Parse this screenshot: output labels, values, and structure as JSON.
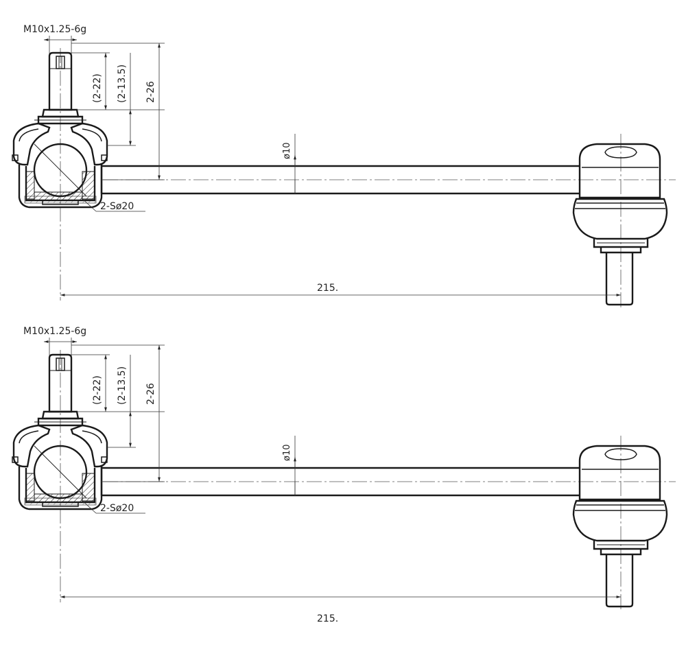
{
  "labels": {
    "thread": "M10x1.25-6g",
    "dim_2_22": "(2-22)",
    "dim_2_13_5": "(2-13.5)",
    "dim_2_26": "2-26",
    "rod_diameter": "ø10",
    "ball_diameter": "2-Sø20",
    "length": "215."
  },
  "colors": {
    "line": "#1a1a1a",
    "background": "#ffffff"
  }
}
